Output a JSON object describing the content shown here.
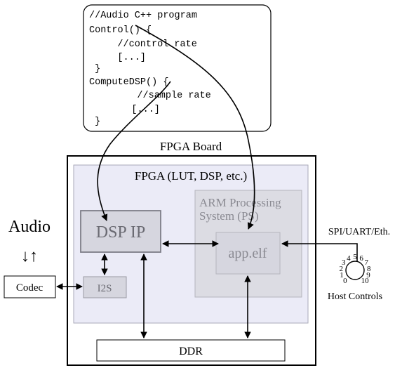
{
  "code_box": {
    "lines": [
      "//Audio C++ program",
      "Control() {",
      "    //control rate",
      "    [...]",
      " }",
      "ComputeDSP() {",
      "    //sample rate",
      "    [...]",
      " }"
    ]
  },
  "labels": {
    "fpga_board": "FPGA Board",
    "fpga": "FPGA (LUT, DSP, etc.)",
    "arm_line1": "ARM Processing",
    "arm_line2": "System (PS)",
    "dsp_ip": "DSP IP",
    "app_elf": "app.elf",
    "i2s": "I2S",
    "ddr": "DDR",
    "codec": "Codec",
    "audio": "Audio",
    "audio_arrows": "↓↑",
    "spi": "SPI/UART/Eth.",
    "host_controls": "Host Controls"
  },
  "knob": {
    "scale_labels": [
      "0",
      "1",
      "2",
      "3",
      "4",
      "5",
      "6",
      "7",
      "8",
      "9",
      "10"
    ]
  },
  "colors": {
    "line": "#000000",
    "fpga_fill": "#ebebf7",
    "fpga_stroke": "#a9a9b8",
    "ps_fill": "#dcdce3",
    "ps_stroke": "#b5b5bd",
    "block_fill": "#d6d6df",
    "block_stroke": "#7e7e88",
    "muted_text": "#8a8a92",
    "dsp_text": "#6b6b73"
  }
}
